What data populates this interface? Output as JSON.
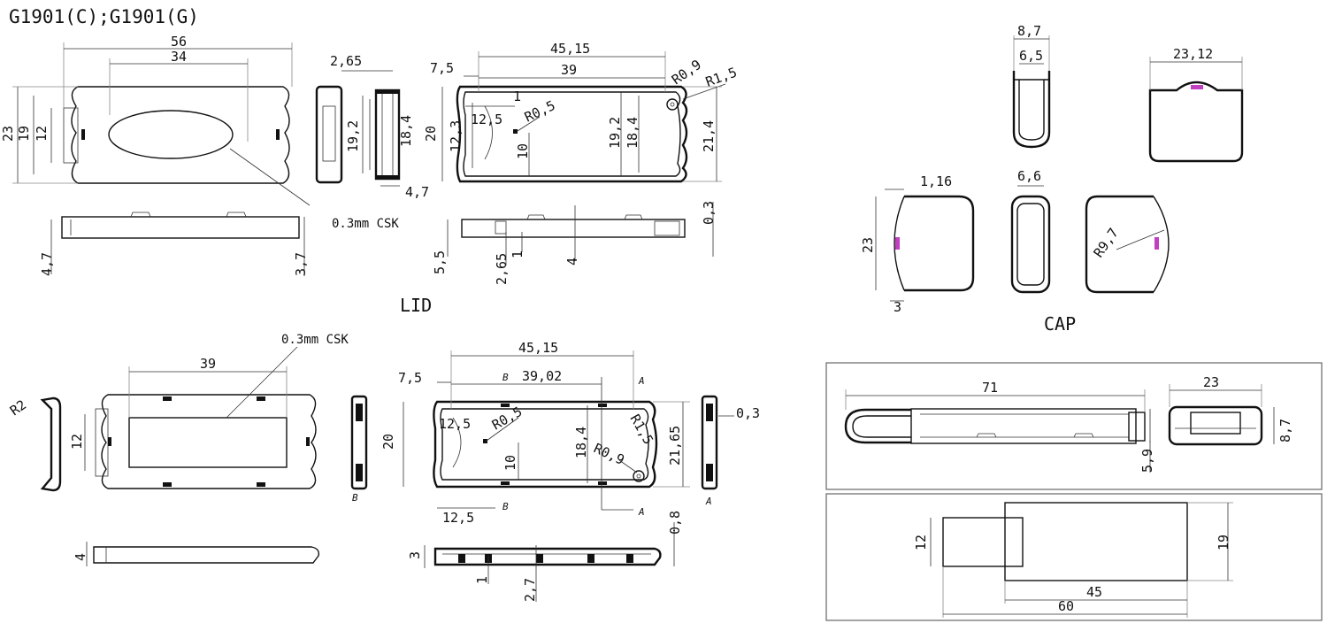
{
  "title": "G1901(C);G1901(G)",
  "labels": {
    "lid": "LID",
    "cap": "CAP"
  },
  "notes": {
    "csk_top": "0.3mm CSK",
    "csk_bottom": "0.3mm CSK"
  },
  "refs": {
    "a": "A",
    "b": "B"
  },
  "dims": {
    "lid_top": {
      "w56": "56",
      "w34": "34",
      "h23": "23",
      "h19": "19",
      "h12": "12",
      "side_265": "2,65",
      "side_192": "19,2",
      "side_184": "18,4",
      "side_47": "4,7",
      "w4515": "45,15",
      "w75": "7,5",
      "w39": "39",
      "r09": "R0,9",
      "r15": "R1,5",
      "r05": "R0,5",
      "h123": "12,3",
      "w125": "12,5",
      "h20": "20",
      "h10": "10",
      "h192b": "19,2",
      "h184b": "18,4",
      "h214": "21,4",
      "e47": "4,7",
      "e37": "3,7",
      "e55": "5,5",
      "e265": "2,65",
      "e1": "1",
      "e4": "4",
      "e03": "0,3",
      "i1": "1"
    },
    "cap": {
      "w87": "8,7",
      "w65": "6,5",
      "w2312": "23,12",
      "w116": "1,16",
      "h23": "23",
      "w3": "3",
      "w66": "6,6",
      "r97": "R9,7"
    },
    "assembly": {
      "w71": "71",
      "w23": "23",
      "h87": "8,7",
      "h59": "5,9",
      "h12": "12",
      "h19": "19",
      "w45": "45",
      "w60": "60"
    },
    "lid_bottom": {
      "w39": "39",
      "r2": "R2",
      "h12": "12",
      "w4515": "45,15",
      "w75": "7,5",
      "w3902": "39,02",
      "h20": "20",
      "w125a": "12,5",
      "r05": "R0,5",
      "h10": "10",
      "h184": "18,4",
      "r15": "R1,5",
      "r09": "R0,9",
      "h2165": "21,65",
      "w125b": "12,5",
      "h03": "0,3",
      "h08": "0,8",
      "e4": "4",
      "e3": "3",
      "e1": "1",
      "e27": "2,7"
    }
  }
}
